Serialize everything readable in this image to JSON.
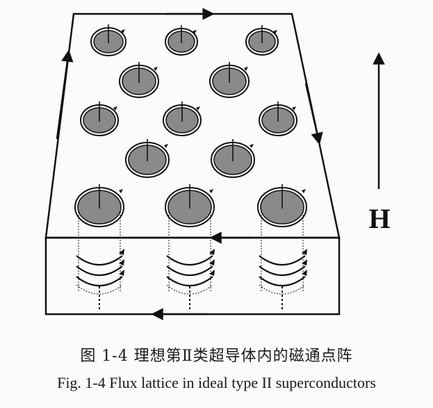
{
  "field_label": "H",
  "caption_cn": "图 1-4  理想第Ⅱ类超导体内的磁通点阵",
  "caption_en": "Fig. 1-4 Flux lattice in ideal type II superconductors",
  "colors": {
    "line": "#111111",
    "vortex_fill": "#8a8a8a",
    "background": "#fafbfa"
  },
  "vortex_rows": [
    3,
    2,
    3,
    2,
    3
  ]
}
